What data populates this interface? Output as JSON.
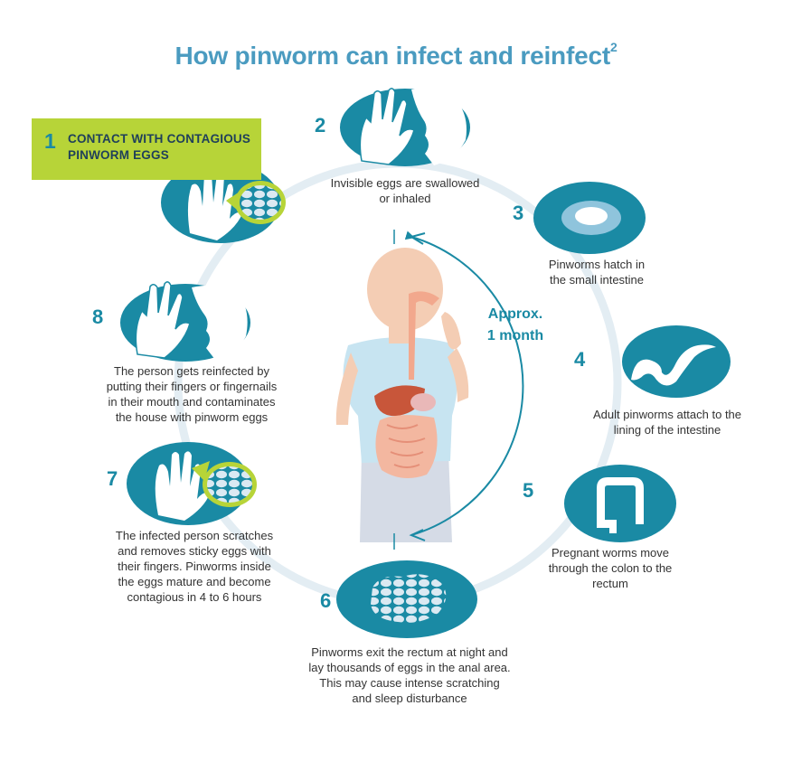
{
  "title": "How pinworm can infect and reinfect",
  "title_sup": "2",
  "center_label": {
    "line1": "Approx.",
    "line2": "1 month"
  },
  "steps": [
    {
      "number": "1",
      "title_lines": [
        "CONTACT WITH CONTAGIOUS",
        "PINWORM EGGS"
      ],
      "icon": "hand-with-eggs-icon"
    },
    {
      "number": "2",
      "caption_lines": [
        "Invisible eggs are swallowed",
        "or inhaled"
      ],
      "icon": "hand-to-face-icon"
    },
    {
      "number": "3",
      "caption_lines": [
        "Pinworms hatch in",
        "the small intestine"
      ],
      "icon": "egg-hatching-icon"
    },
    {
      "number": "4",
      "caption_lines": [
        "Adult pinworms attach to the",
        "lining of the intestine"
      ],
      "icon": "worm-icon"
    },
    {
      "number": "5",
      "caption_lines": [
        "Pregnant worms move",
        "through the colon to the",
        "rectum"
      ],
      "icon": "colon-icon"
    },
    {
      "number": "6",
      "caption_lines": [
        "Pinworms exit the rectum at night and",
        "lay thousands of eggs in the anal area.",
        "This may cause intense scratching",
        "and sleep disturbance"
      ],
      "icon": "egg-cluster-icon"
    },
    {
      "number": "7",
      "caption_lines": [
        "The infected person scratches",
        "and removes sticky eggs with",
        "their fingers. Pinworms inside",
        "the eggs mature and become",
        "contagious in 4 to 6 hours"
      ],
      "icon": "hand-with-eggs-icon"
    },
    {
      "number": "8",
      "caption_lines": [
        "The person gets reinfected by",
        "putting their fingers or fingernails",
        "in their mouth and contaminates",
        "the house with pinworm eggs"
      ],
      "icon": "hand-to-face-icon"
    }
  ],
  "colors": {
    "teal": "#1a8aa4",
    "title_blue": "#4a9bc0",
    "lime": "#b7d438",
    "ring": "#e3edf3"
  }
}
